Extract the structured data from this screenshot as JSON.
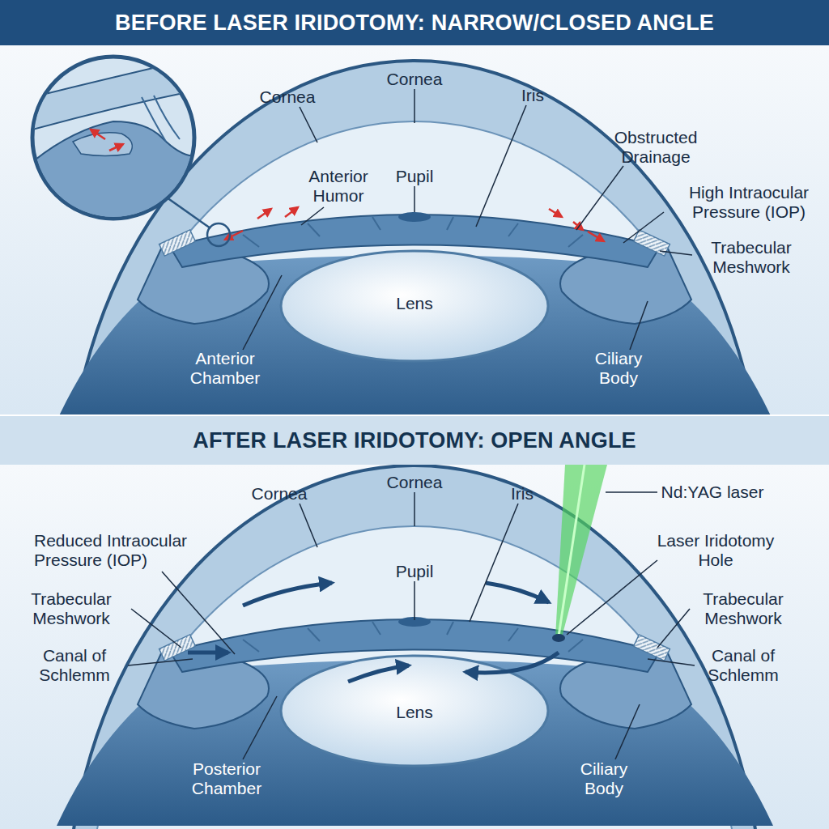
{
  "diagram": {
    "nodes": [
      {
        "text": [
          "BEFORE LASER IRIDOTOMY: NARROW/CLOSED ANGLE"
        ]
      },
      {
        "text": [
          "AFTER LASER IRIDOTOMY: OPEN ANGLE"
        ]
      }
    ],
    "labels": [
      "Cornea",
      "Cornea",
      "Iris",
      "Obstructed Drainage",
      "Anterior Humor",
      "Pupil",
      "High Intraocular Pressure (IOP)",
      "Trabecular Meshwork",
      "Lens",
      "Anterior Chamber",
      "Ciliary Body",
      "Cornea",
      "Cornea",
      "Iris",
      "Nd:YAG laser",
      "Reduced Intraocular Pressure (IOP)",
      "Pupil",
      "Laser Iridotomy Hole",
      "Trabecular Meshwork",
      "Trabecular Meshwork",
      "Canal of Schlemm",
      "Canal of Schlemm",
      "Lens",
      "Posterior Chamber",
      "Ciliary Body"
    ]
  }
}
